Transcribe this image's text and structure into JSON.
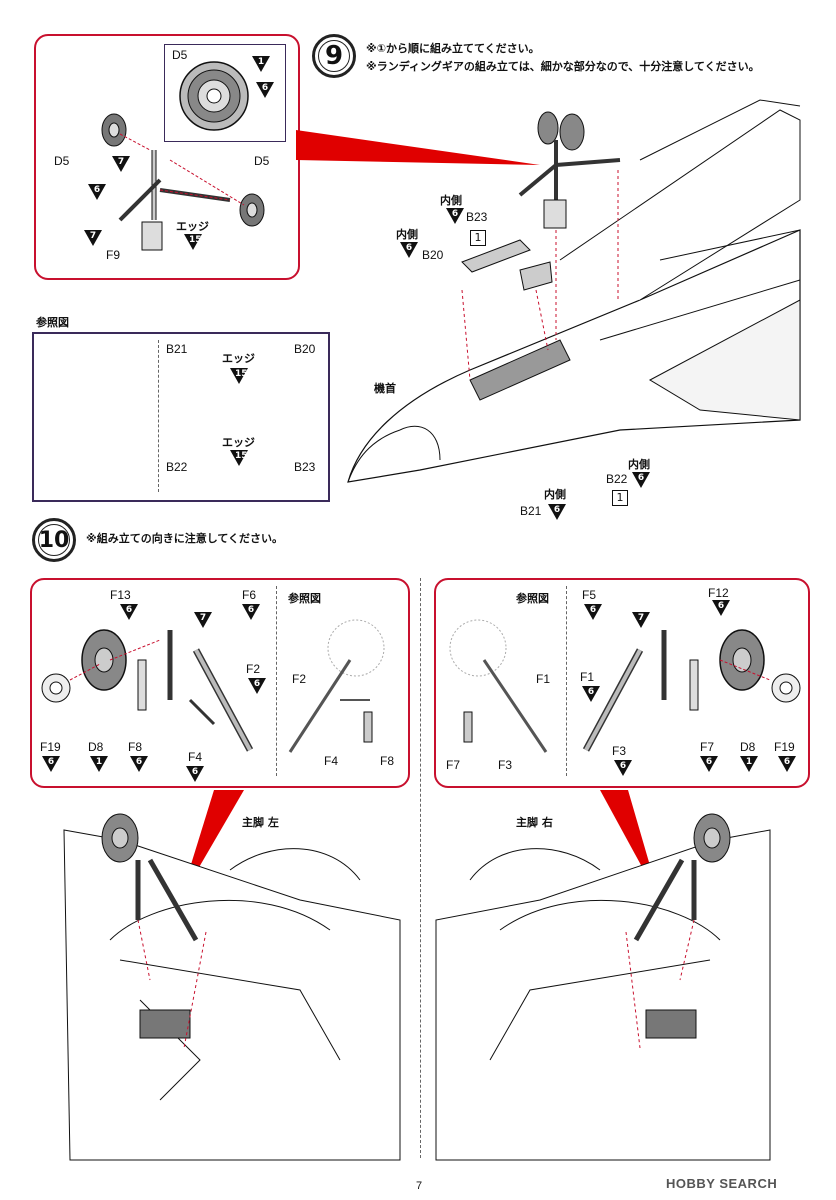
{
  "step9": {
    "number": "9",
    "notes": [
      "※①から順に組み立ててください。",
      "※ランディングギアの組み立ては、細かな部分なので、十分注意してください。"
    ],
    "inset_labels": {
      "d5_top": "D5",
      "d5_left": "D5",
      "d5_right": "D5",
      "f9": "F9",
      "edge": "エッジ"
    },
    "inset_numbers": {
      "a": "1",
      "b": "6",
      "c": "7",
      "d": "6",
      "e": "7",
      "f": "15"
    },
    "main_labels": {
      "inner1": "内側",
      "inner2": "内側",
      "inner3": "内側",
      "inner4": "内側",
      "b23": "B23",
      "b20": "B20",
      "b22": "B22",
      "b21": "B21",
      "nose": "機首"
    },
    "main_numbers": {
      "a": "6",
      "b": "6",
      "c": "6",
      "d": "6"
    },
    "step_boxes": {
      "b23": "1",
      "b22": "1"
    },
    "reference": {
      "title": "参照図",
      "labels": {
        "b21": "B21",
        "b20": "B20",
        "b22": "B22",
        "b23": "B23",
        "edge1": "エッジ",
        "edge2": "エッジ"
      },
      "numbers": {
        "a": "15",
        "b": "15"
      }
    }
  },
  "step10": {
    "number": "10",
    "note": "※組み立ての向きに注意してください。",
    "left_panel": {
      "labels": {
        "f13": "F13",
        "f6": "F6",
        "f2": "F2",
        "f19": "F19",
        "d8": "D8",
        "f8": "F8",
        "f4": "F4"
      },
      "numbers": {
        "f13": "6",
        "seven": "7",
        "f6": "6",
        "f2": "6",
        "f19": "6",
        "d8": "1",
        "f8": "6",
        "f4": "6"
      },
      "reference_title": "参照図",
      "reference_labels": {
        "f2": "F2",
        "f4": "F4",
        "f8": "F8"
      }
    },
    "right_panel": {
      "labels": {
        "f5": "F5",
        "f12": "F12",
        "f1": "F1",
        "f3": "F3",
        "f7": "F7",
        "d8": "D8",
        "f19": "F19"
      },
      "numbers": {
        "f5": "6",
        "seven": "7",
        "f12": "6",
        "f1": "6",
        "f3": "6",
        "f7": "6",
        "d8": "1",
        "f19": "6"
      },
      "reference_title": "参照図",
      "reference_labels": {
        "f1": "F1",
        "f7": "F7",
        "f3": "F3"
      }
    },
    "main_gear_left": "主脚 左",
    "main_gear_right": "主脚 右"
  },
  "footer": {
    "page_number": "7",
    "watermark": "HOBBY SEARCH"
  },
  "colors": {
    "accent": "#c8102e",
    "ref_border": "#3a2a5a",
    "line": "#111111"
  }
}
